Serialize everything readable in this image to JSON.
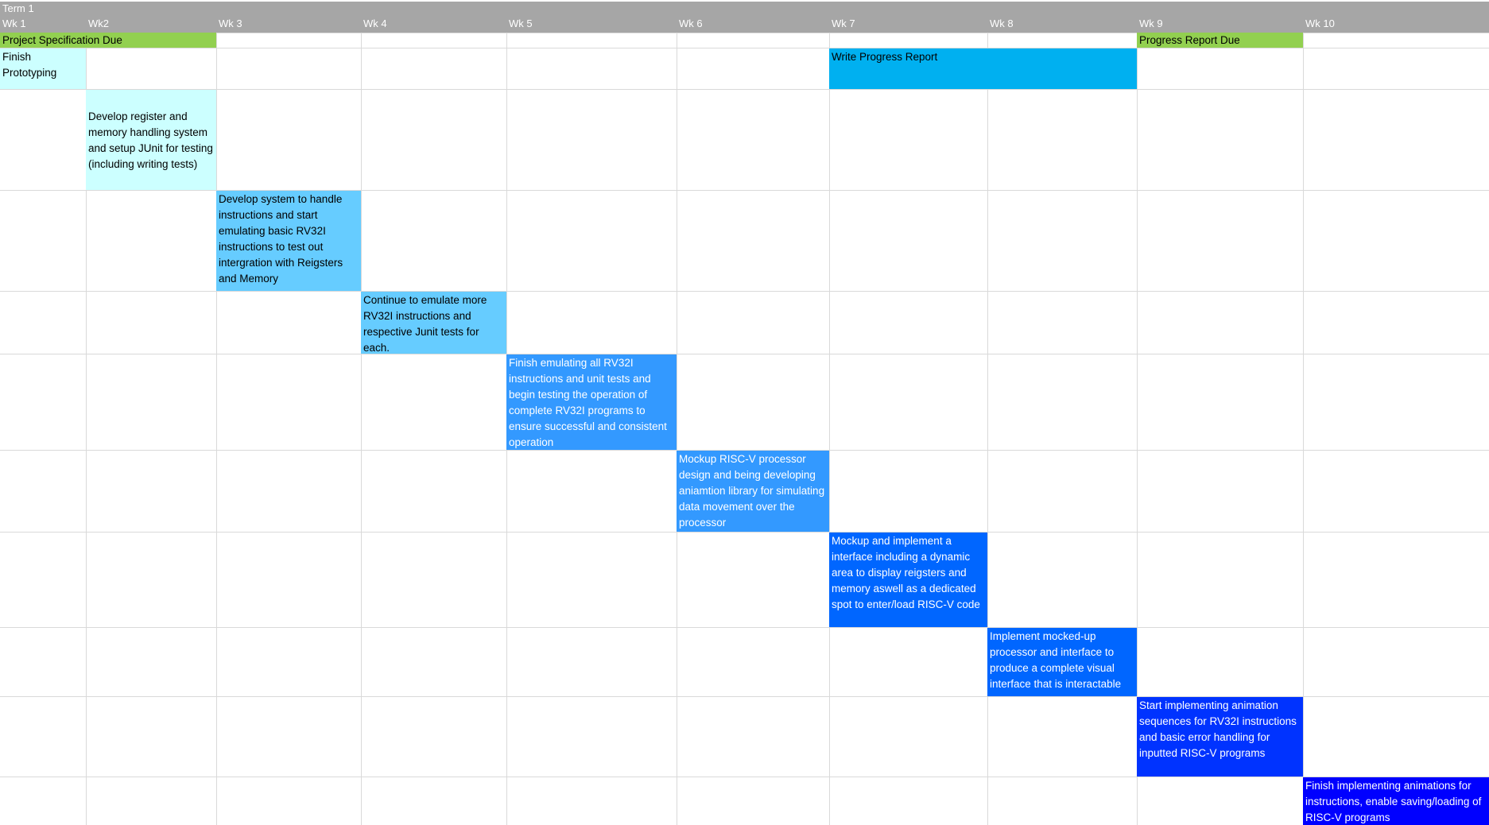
{
  "term": "Term 1",
  "weeks": [
    "Wk 1",
    "Wk2",
    "Wk 3",
    "Wk 4",
    "Wk 5",
    "Wk 6",
    "Wk 7",
    "Wk 8",
    "Wk 9",
    "Wk 10"
  ],
  "milestones": [
    {
      "text": "Project Specification Due",
      "color": "#92d050"
    },
    {
      "text": "Progress Report Due",
      "color": "#92d050"
    }
  ],
  "tasks": [
    {
      "text": "Finish Prototyping",
      "color": "#ccffff"
    },
    {
      "text": "Write Progress Report",
      "color": "#00b0f0"
    },
    {
      "text": "Develop register and memory handling system and setup JUnit for testing (including writing tests)",
      "color": "#ccffff"
    },
    {
      "text": "Develop system to handle instructions and start emulating basic RV32I instructions to test out intergration with Reigsters and Memory",
      "color": "#66ccff"
    },
    {
      "text": "Continue to emulate more RV32I instructions and respective Junit tests for each.",
      "color": "#66ccff"
    },
    {
      "text": "Finish emulating all RV32I instructions and unit tests and begin testing the operation of complete RV32I programs to ensure successful and consistent operation",
      "color": "#3399ff"
    },
    {
      "text": "Mockup RISC-V processor design and being developing aniamtion library for simulating data movement over the processor",
      "color": "#3399ff"
    },
    {
      "text": "Mockup and implement a interface including a dynamic area to display reigsters and memory aswell as a dedicated spot to enter/load RISC-V code",
      "color": "#0066ff"
    },
    {
      "text": "Implement mocked-up processor and interface to produce a complete visual interface that is interactable",
      "color": "#0066ff"
    },
    {
      "text": "Start implementing animation sequences for RV32I instructions and basic error handling for inputted RISC-V programs",
      "color": "#0033ff"
    },
    {
      "text": "Finish implementing animations for instructions, enable saving/loading of RISC-V programs",
      "color": "#0000ff"
    }
  ]
}
